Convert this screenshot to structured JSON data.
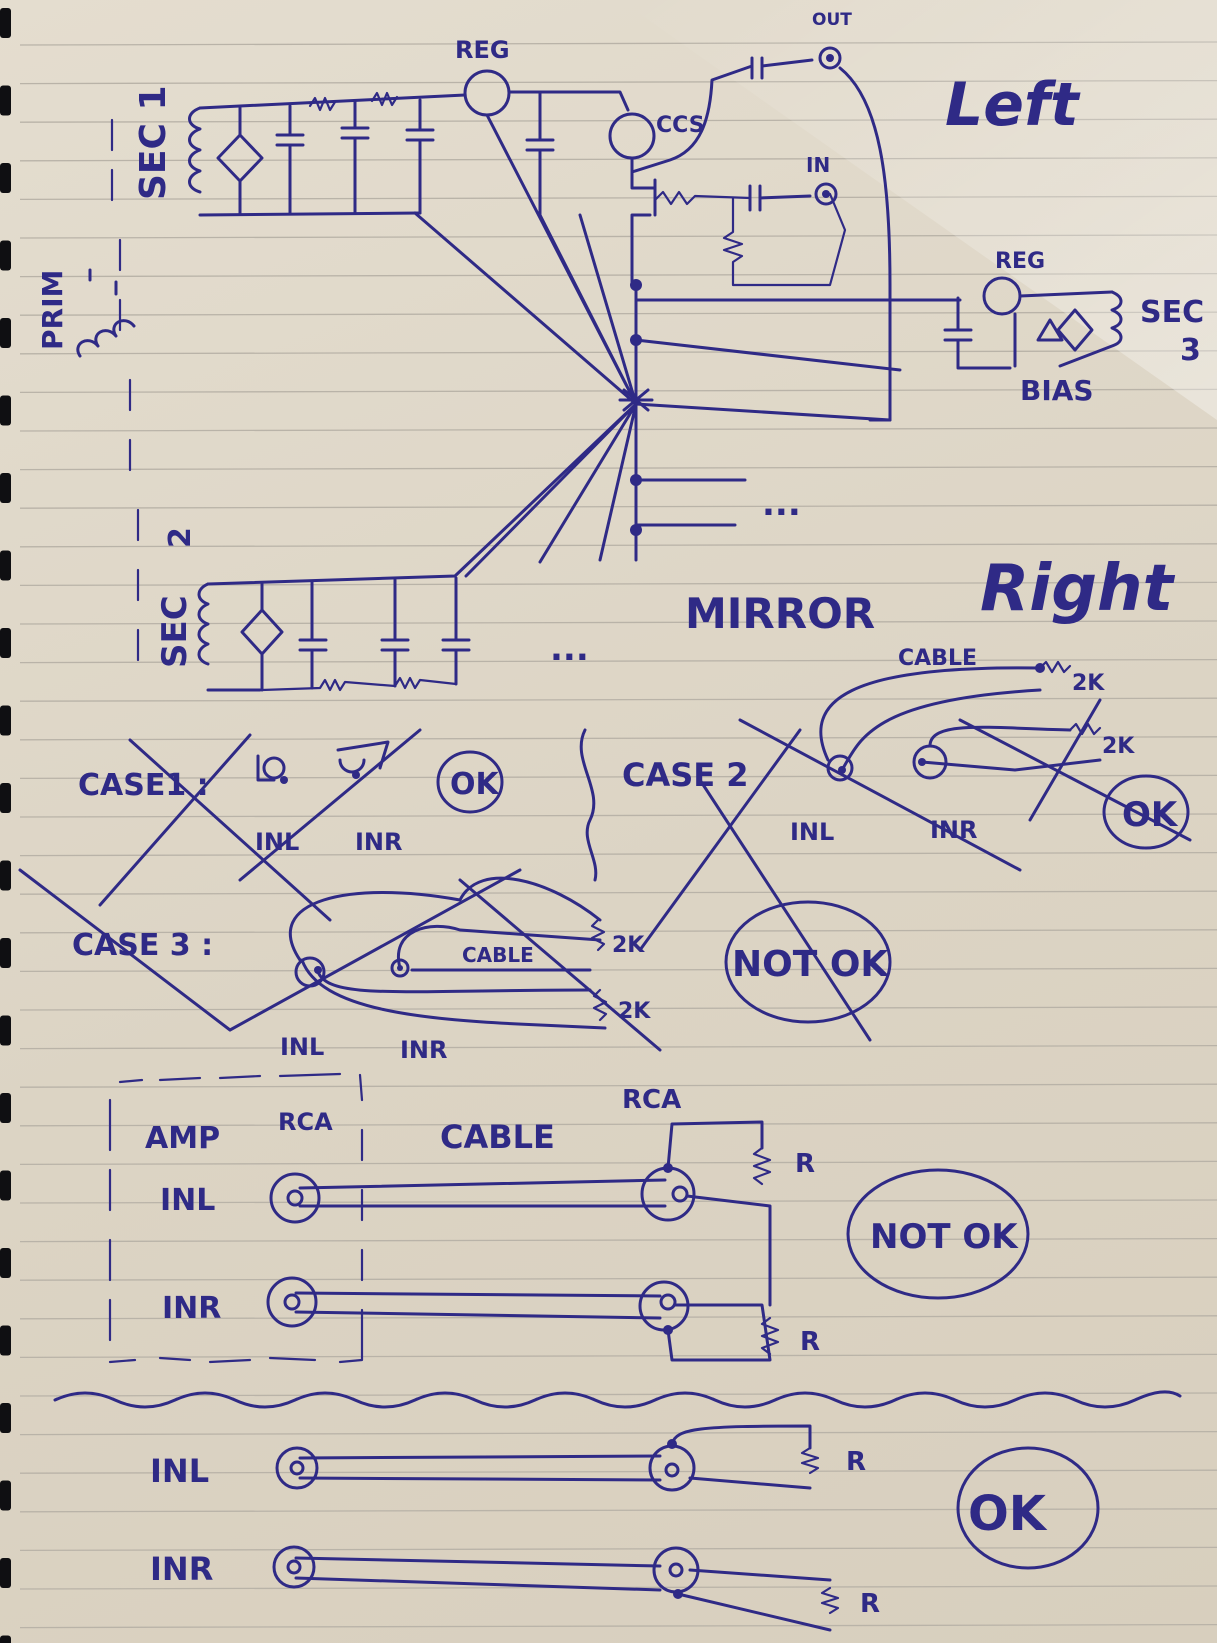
{
  "colors": {
    "paper": "#ddd6c6",
    "ink": "#2f2a86",
    "rule": "#b9b3a8",
    "binding_hole": "#0f0f12"
  },
  "left_channel": {
    "heading": "Left",
    "sec1": "SEC 1",
    "prim": "PRIM",
    "reg_top": "REG",
    "out": "OUT",
    "ccs": "CCS",
    "in": "IN",
    "reg_right": "REG",
    "sec3_a": "SEC",
    "sec3_b": "3",
    "bias": "BIAS",
    "ellipsis": "...",
    "sec2_a": "SEC",
    "sec2_b": "2",
    "ellipsis_2": "...",
    "mirror": "MIRROR"
  },
  "right_channel": {
    "heading": "Right"
  },
  "case1": {
    "label": "CASE1 :",
    "inl": "INL",
    "inr": "INR",
    "verdict": "OK"
  },
  "case2": {
    "label": "CASE 2",
    "cable": "CABLE",
    "r1": "2K",
    "r2": "2K",
    "inl": "INL",
    "inr": "INR",
    "verdict": "OK"
  },
  "case3": {
    "label": "CASE 3 :",
    "cable": "CABLE",
    "r1": "2K",
    "r2": "2K",
    "inl": "INL",
    "inr": "INR",
    "verdict": "NOT OK"
  },
  "bottom_a": {
    "amp": "AMP",
    "rca_left": "RCA",
    "cable": "CABLE",
    "rca_right": "RCA",
    "inl": "INL",
    "inr": "INR",
    "r1": "R",
    "r2": "R",
    "verdict": "NOT OK"
  },
  "bottom_b": {
    "inl": "INL",
    "inr": "INR",
    "r1": "R",
    "r2": "R",
    "verdict": "OK"
  }
}
